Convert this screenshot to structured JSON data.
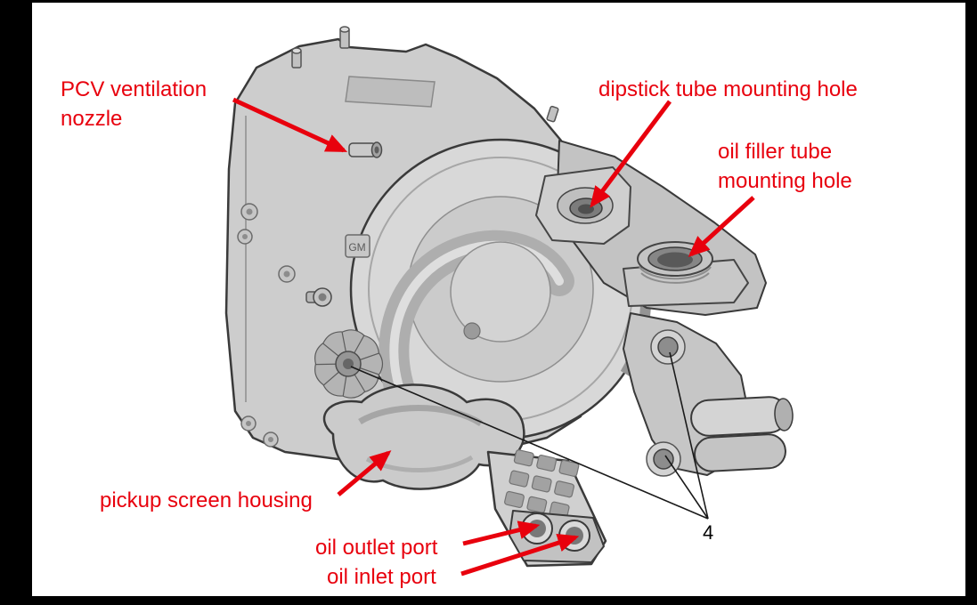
{
  "frame": {
    "background": "#ffffff",
    "border_color": "#000000"
  },
  "diagram": {
    "accent_color": "#e8000d",
    "leader_color": "#1a1a1a",
    "logo_text": "GM",
    "labels": {
      "pcv_nozzle": {
        "lines": [
          "PCV ventilation",
          "nozzle"
        ]
      },
      "dipstick": {
        "lines": [
          "dipstick tube mounting hole"
        ]
      },
      "oil_filler": {
        "lines": [
          "oil filler tube",
          "mounting hole"
        ]
      },
      "pickup": {
        "lines": [
          "pickup screen housing"
        ]
      },
      "oil_outlet": {
        "lines": [
          "oil outlet port"
        ]
      },
      "oil_inlet": {
        "lines": [
          "oil inlet port"
        ]
      }
    },
    "callout": {
      "text": "4"
    }
  }
}
